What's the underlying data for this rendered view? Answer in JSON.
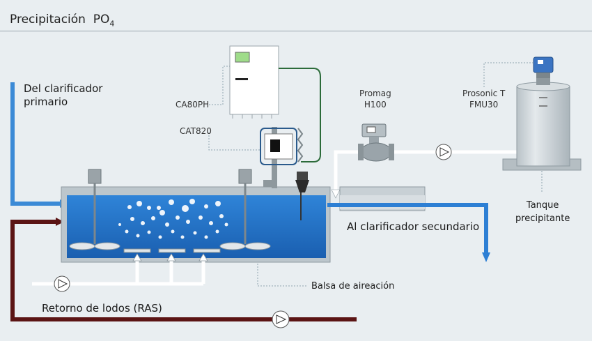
{
  "title": {
    "text": "Precipitación",
    "formula": "PO",
    "subscript": "4"
  },
  "labels": {
    "inlet_primary": [
      "Del clarificador",
      "primario"
    ],
    "analyzer_ca80ph": "CA80PH",
    "panel_cat820": "CAT820",
    "flowmeter": [
      "Promag",
      "H100"
    ],
    "level_sensor": [
      "Prosonic T",
      "FMU30"
    ],
    "tank": [
      "Tanque",
      "precipitante"
    ],
    "outlet_secondary": "Al clarificador secundario",
    "aeration_basin": "Balsa de aireación",
    "sludge_return": "Retorno de lodos (RAS)"
  },
  "colors": {
    "background": "#e9eef1",
    "water": "#1f6cc2",
    "water_light": "#2d7fd4",
    "inlet_pipe": "#3b8ad6",
    "sludge_pipe": "#5b1414",
    "white_pipe": "#ffffff",
    "cable_green": "#2c6b3a",
    "cable_blue": "#2a5a8c",
    "basin_wall": "#bcc6cc",
    "tank": "#cfd6da"
  }
}
